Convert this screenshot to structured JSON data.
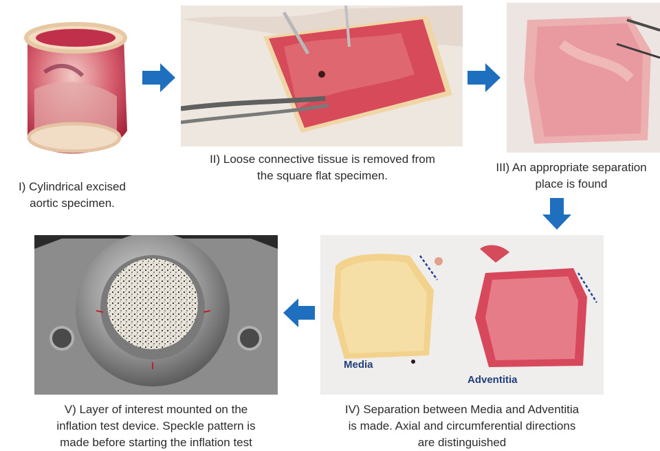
{
  "steps": [
    {
      "id": "I",
      "caption": "I) Cylindrical excised\naortic specimen."
    },
    {
      "id": "II",
      "caption": "II) Loose connective tissue is removed from\nthe square flat specimen."
    },
    {
      "id": "III",
      "caption": "III) An appropriate separation\nplace is found"
    },
    {
      "id": "IV",
      "caption": "IV) Separation between Media and Adventitia\nis made. Axial and circumferential directions\nare distinguished",
      "labels": {
        "media": "Media",
        "adventitia": "Adventitia"
      }
    },
    {
      "id": "V",
      "caption": "V) Layer of interest mounted on the\ninflation test device. Speckle pattern is\nmade before starting the inflation test"
    }
  ],
  "colors": {
    "arrow": "#1f6fbf",
    "label": "#1f3f7a",
    "tissue_red": "#c8344a",
    "tissue_pink": "#e9a0a6",
    "media_yellow": "#f3d79a"
  },
  "icons": [
    "arrow-right-icon",
    "arrow-down-icon",
    "arrow-left-icon"
  ]
}
